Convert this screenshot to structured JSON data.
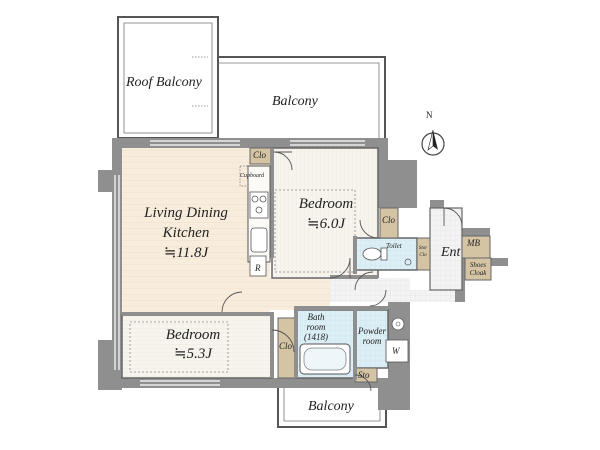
{
  "rooms": {
    "roof_balcony": "Roof Balcony",
    "balcony_top": "Balcony",
    "balcony_bottom": "Balcony",
    "ldk_line1": "Living Dining",
    "ldk_line2": "Kitchen",
    "ldk_size": "≒11.8J",
    "bedroom_right": "Bedroom",
    "bedroom_right_size": "≒6.0J",
    "bedroom_left": "Bedroom",
    "bedroom_left_size": "≒5.3J",
    "bath_line1": "Bath",
    "bath_line2": "room",
    "bath_line3": "(1418)",
    "powder_line1": "Powder",
    "powder_line2": "room",
    "toilet": "Toilet",
    "entrance": "Ent",
    "mb": "MB",
    "shoes_line1": "Shoes",
    "shoes_line2": "Cloak",
    "cupboard": "Cupboard",
    "refrigerator": "R",
    "washer": "W",
    "closet": "Clo",
    "storage": "Sto",
    "linen_line1": "Stor",
    "linen_line2": "Clo"
  },
  "compass": {
    "north": "N"
  },
  "colors": {
    "wall": "#8f8f8f",
    "floor_ldk": "#f8ecdd",
    "floor_bedroom": "#f6f4ec",
    "floor_wet": "#dceef6",
    "closet": "#d4c4a4",
    "outline": "#555555"
  }
}
